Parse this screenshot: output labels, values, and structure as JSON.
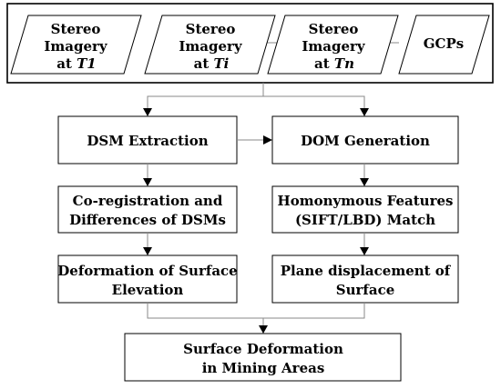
{
  "inputs": [
    {
      "line1": "Stereo",
      "line2": "Imagery",
      "line3_prefix": "at ",
      "var": "T",
      "sub": "1"
    },
    {
      "line1": "Stereo",
      "line2": "Imagery",
      "line3_prefix": "at ",
      "var": "T",
      "sub": "i"
    },
    {
      "line1": "Stereo",
      "line2": "Imagery",
      "line3_prefix": "at ",
      "var": "T",
      "sub": "n"
    },
    {
      "label": "GCPs"
    }
  ],
  "steps": {
    "dsm_extraction": "DSM Extraction",
    "dom_generation": "DOM Generation",
    "coregistration_line1": "Co-registration and",
    "coregistration_line2": "Differences of DSMs",
    "homonymous_line1": "Homonymous Features",
    "homonymous_line2": "(SIFT/LBD) Match",
    "deformation_line1": "Deformation of Surface",
    "deformation_line2": "Elevation",
    "plane_line1": "Plane displacement of",
    "plane_line2": "Surface",
    "final_line1": "Surface Deformation",
    "final_line2": "in Mining Areas"
  }
}
